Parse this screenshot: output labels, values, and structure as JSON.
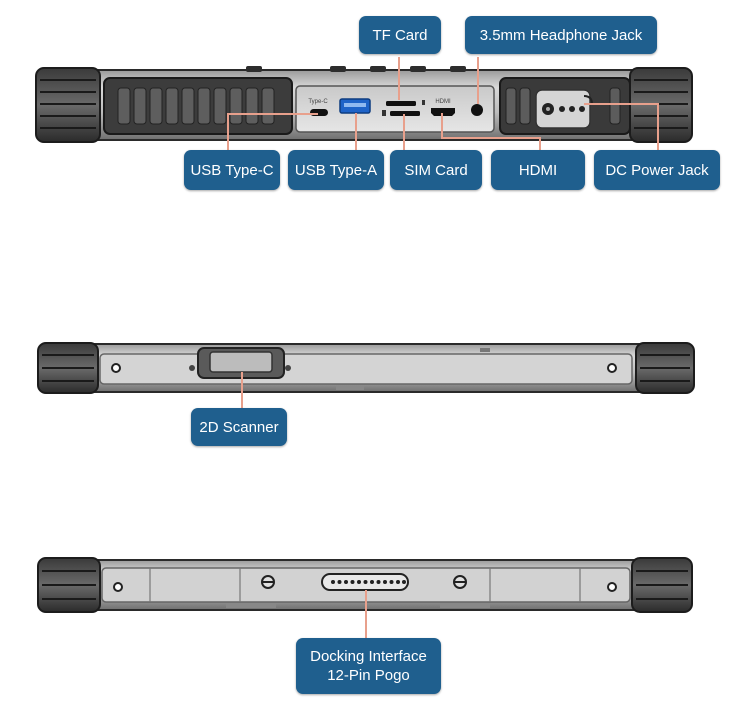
{
  "accent_color": "#1f5f8e",
  "leader_color": "#e8a08c",
  "views": {
    "side_ports": {
      "tf_card": "TF Card",
      "headphone_jack": "3.5mm Headphone Jack",
      "usb_type_c": "USB Type-C",
      "usb_type_a": "USB Type-A",
      "sim_card": "SIM Card",
      "hdmi": "HDMI",
      "dc_power_jack": "DC Power Jack",
      "port_text_typec": "Type-C",
      "port_text_hdmi": "HDMI"
    },
    "top_edge": {
      "scanner": "2D Scanner"
    },
    "bottom_edge": {
      "docking_line1": "Docking Interface",
      "docking_line2": "12-Pin Pogo"
    }
  }
}
